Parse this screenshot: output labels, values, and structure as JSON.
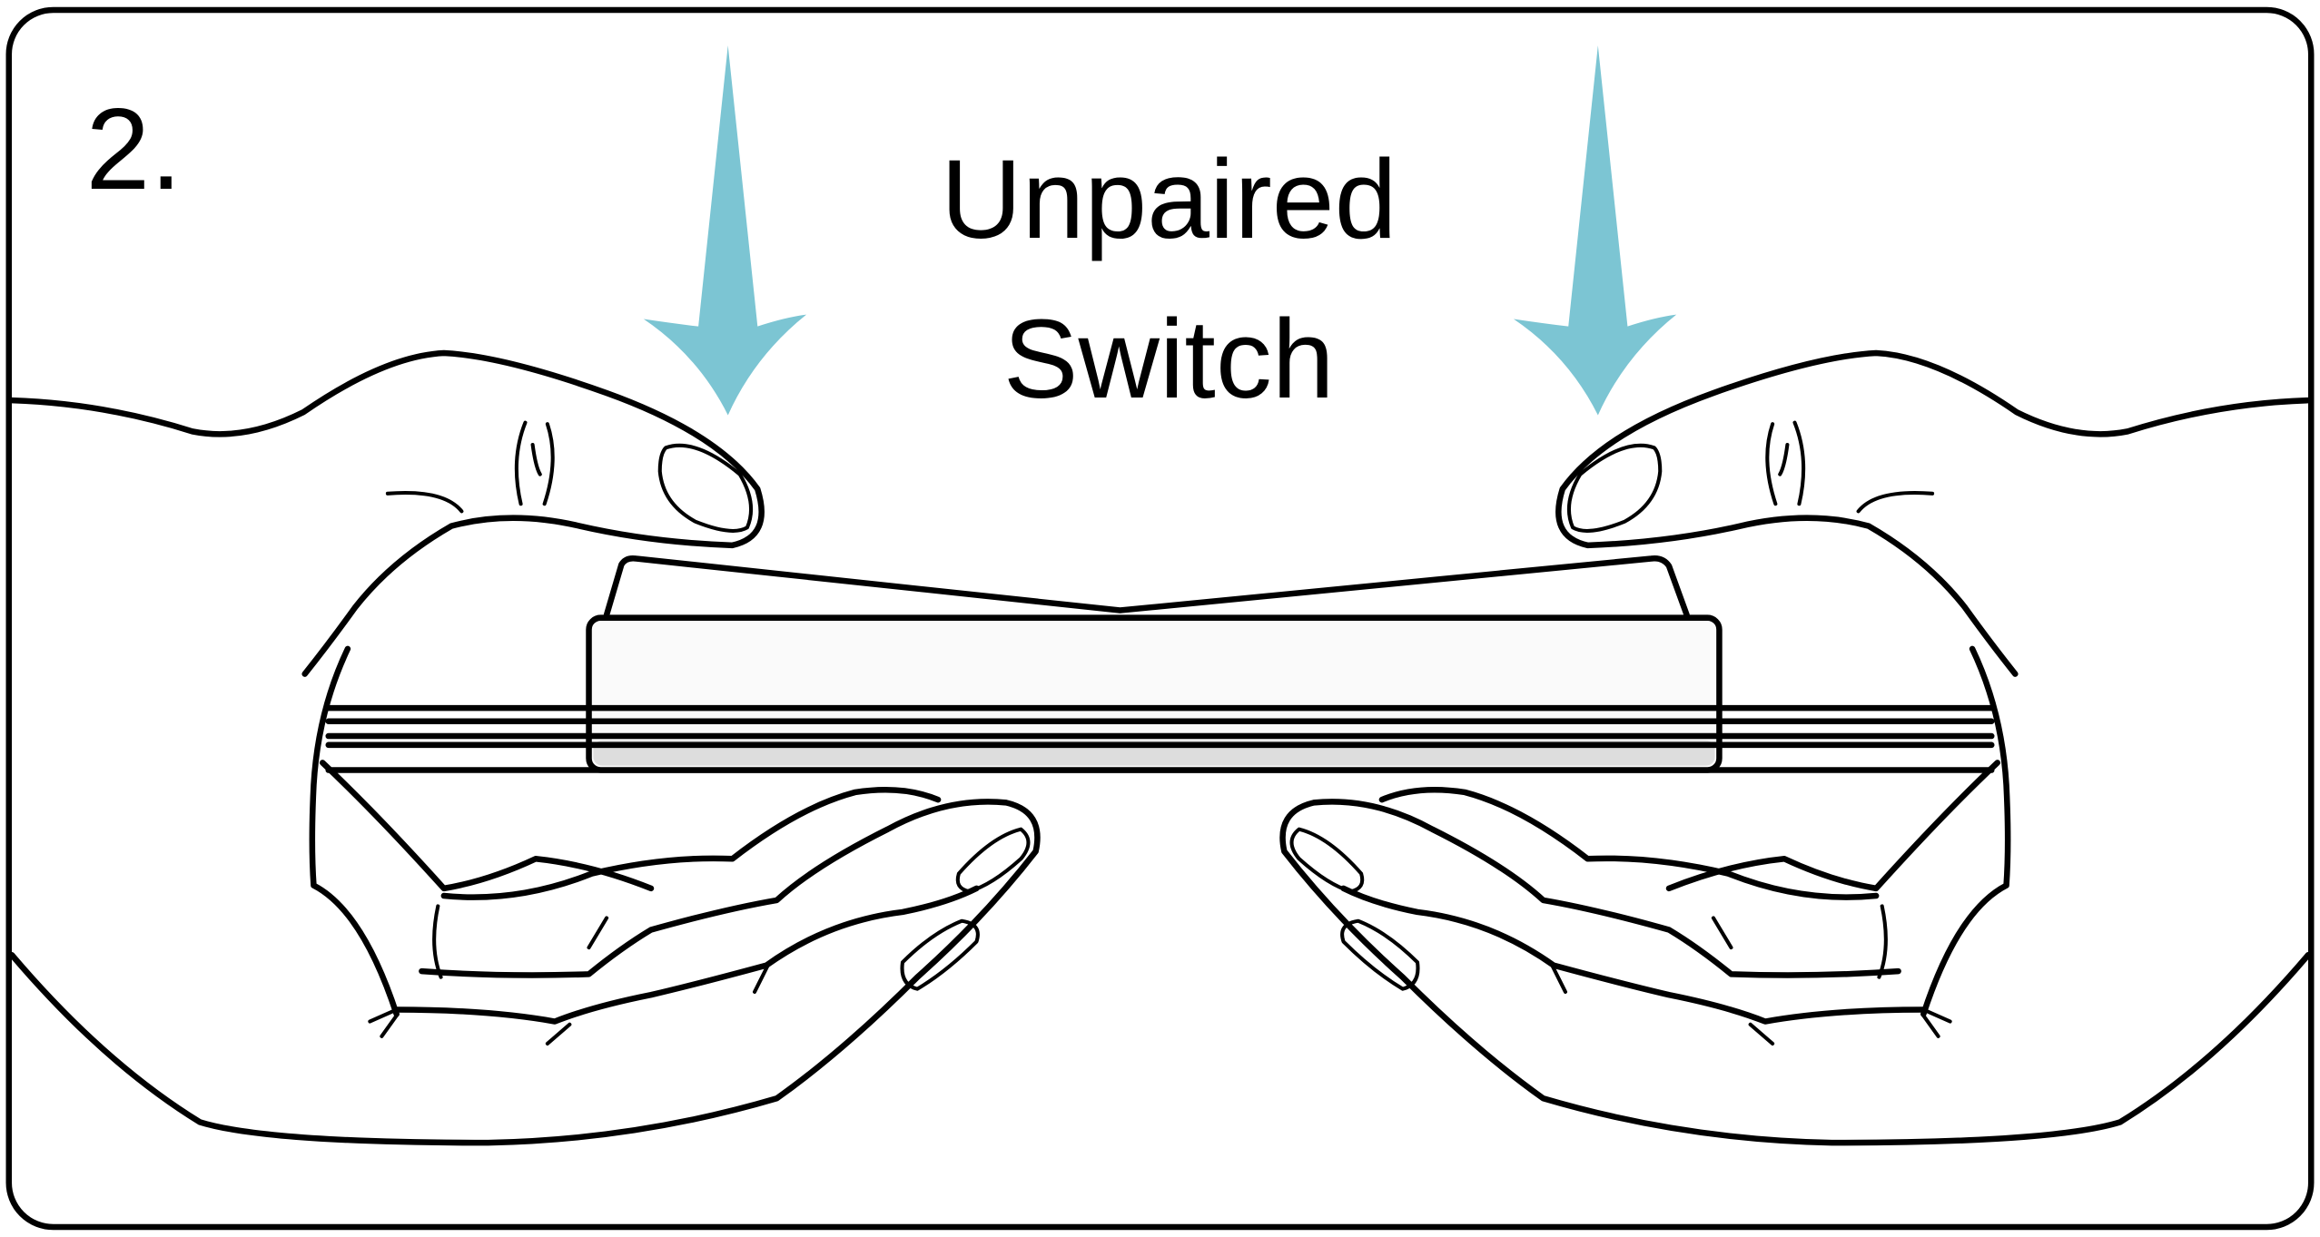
{
  "step_number": "2.",
  "title_lines": [
    "Unpaired",
    "Switch"
  ],
  "colors": {
    "arrow": "#7cc5d3",
    "outline": "#000000",
    "plate_shadow": "#dddddd"
  },
  "icons": [
    "down-arrow-icon",
    "down-arrow-icon"
  ]
}
